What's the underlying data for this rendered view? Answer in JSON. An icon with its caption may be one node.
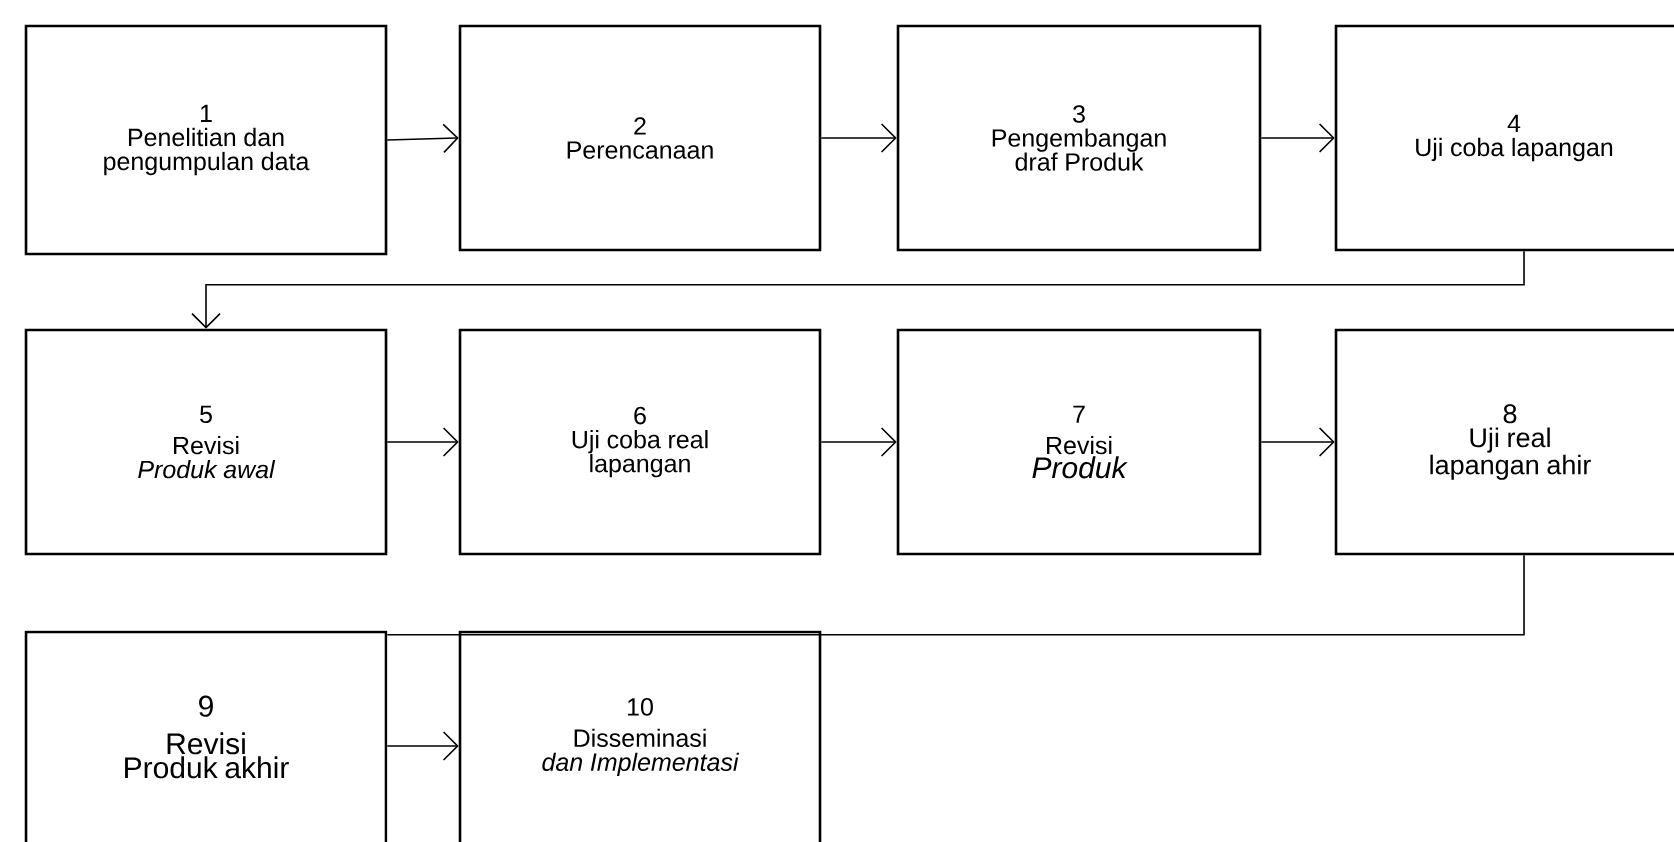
{
  "diagram": {
    "nodes": [
      {
        "text": [
          "1",
          "Penelitian dan pengumpulan data"
        ]
      },
      {
        "text": [
          "2",
          "Perencanaan"
        ]
      },
      {
        "text": [
          "3",
          "Pengembangan draf Produk"
        ]
      },
      {
        "text": [
          "4",
          "Uji coba lapangan"
        ]
      },
      {
        "text": [
          "5",
          "Revisi",
          "Produk awal"
        ]
      },
      {
        "text": [
          "6",
          "Uji coba real lapangan"
        ]
      },
      {
        "text": [
          "7",
          "Revisi",
          "Produk"
        ]
      },
      {
        "text": [
          "8",
          "Uji real lapangan ahir"
        ]
      },
      {
        "text": [
          "9",
          "Revisi",
          "Produk akhir"
        ]
      },
      {
        "text": [
          "10",
          "Disseminasi",
          "dan Implementasi"
        ]
      }
    ],
    "edges": [
      {
        "from": 0,
        "to": 1,
        "arrow": "to"
      },
      {
        "from": 1,
        "to": 2,
        "arrow": "to"
      },
      {
        "from": 2,
        "to": 3,
        "arrow": "to"
      },
      {
        "from": 3,
        "to": 4,
        "arrow": "to"
      },
      {
        "from": 4,
        "to": 5,
        "arrow": "to"
      },
      {
        "from": 5,
        "to": 6,
        "arrow": "to"
      },
      {
        "from": 6,
        "to": 7,
        "arrow": "to"
      },
      {
        "from": 7,
        "to": 8,
        "arrow": "none"
      },
      {
        "from": 8,
        "to": 9,
        "arrow": "to"
      }
    ]
  }
}
